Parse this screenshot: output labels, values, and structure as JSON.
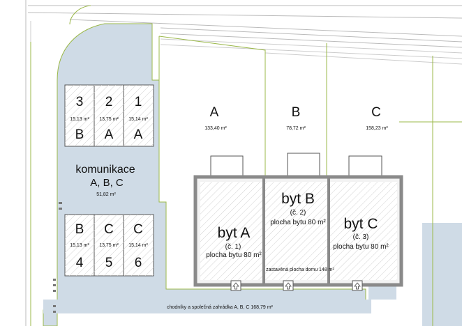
{
  "colors": {
    "paving": "#cfdbe6",
    "plot_line": "#9bb84a",
    "wall": "#8a8a8a",
    "hatch": "#d6d6d6",
    "text": "#111111"
  },
  "parking_top": [
    {
      "number": "3",
      "area": "15,13 m²",
      "owner": "B"
    },
    {
      "number": "2",
      "area": "13,75 m²",
      "owner": "A"
    },
    {
      "number": "1",
      "area": "15,14 m²",
      "owner": "A"
    }
  ],
  "parking_bottom": [
    {
      "owner": "B",
      "area": "15,13 m²",
      "number": "4"
    },
    {
      "owner": "C",
      "area": "13,75 m²",
      "number": "5"
    },
    {
      "owner": "C",
      "area": "15,14 m²",
      "number": "6"
    }
  ],
  "road": {
    "title": "komunikace",
    "subtitle": "A, B, C",
    "area": "51,82 m²"
  },
  "gardens": [
    {
      "label": "A",
      "area": "133,40 m²"
    },
    {
      "label": "B",
      "area": "78,72 m²"
    },
    {
      "label": "C",
      "area": "158,23 m²"
    }
  ],
  "flats": [
    {
      "title": "byt A",
      "number": "(č. 1)",
      "area": "plocha bytu 80 m²"
    },
    {
      "title": "byt B",
      "number": "(č. 2)",
      "area": "plocha bytu 80 m²"
    },
    {
      "title": "byt C",
      "number": "(č. 3)",
      "area": "plocha bytu 80 m²"
    }
  ],
  "building_area": "zastavěná plocha domu 148 m²",
  "shared_paths": "chodníky a společná zahrádka A, B, C   168,79 m²"
}
